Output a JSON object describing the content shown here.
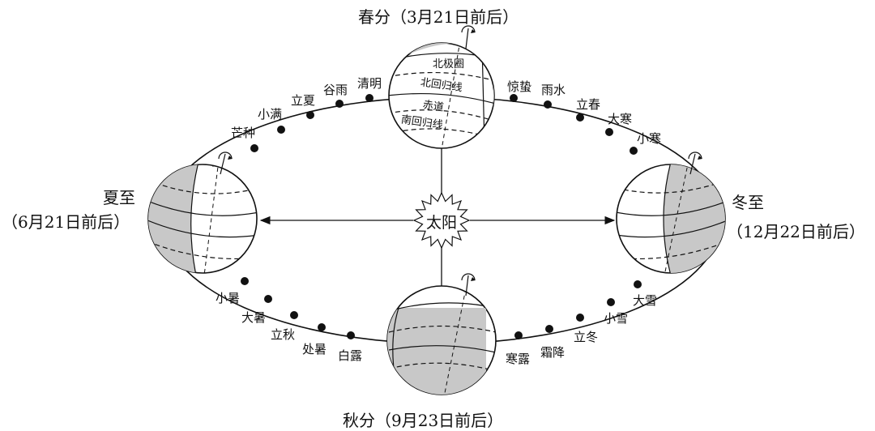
{
  "equinoxes_solstices": {
    "spring": {
      "name": "春分",
      "date": "（3月21日前后）"
    },
    "summer": {
      "name": "夏至",
      "date": "（6月21日前后）"
    },
    "autumn": {
      "name": "秋分",
      "date": "（9月23日前后）"
    },
    "winter": {
      "name": "冬至",
      "date": "（12月22日前后）"
    }
  },
  "sun": {
    "label": "太阳"
  },
  "globe_lines": {
    "arctic_circle": "北极圈",
    "tropic_cancer": "北回归线",
    "equator": "赤道",
    "tropic_capricorn": "南回归线"
  },
  "solar_terms": {
    "t_qingming": "清明",
    "t_guyu": "谷雨",
    "t_lixia": "立夏",
    "t_xiaoman": "小满",
    "t_mangzhong": "芒种",
    "t_jingzhe": "惊蛰",
    "t_yushui": "雨水",
    "t_lichun": "立春",
    "t_dahan": "大寒",
    "t_xiaohan": "小寒",
    "t_xiaoshu": "小暑",
    "t_dashu": "大暑",
    "t_liqiu": "立秋",
    "t_chushu": "处暑",
    "t_bailu": "白露",
    "t_hanlu": "寒露",
    "t_shuangjiang": "霜降",
    "t_lidong": "立冬",
    "t_xiaoxue": "小雪",
    "t_daxue": "大雪"
  },
  "colors": {
    "shade": "#c8c8c8",
    "line": "#111111"
  }
}
